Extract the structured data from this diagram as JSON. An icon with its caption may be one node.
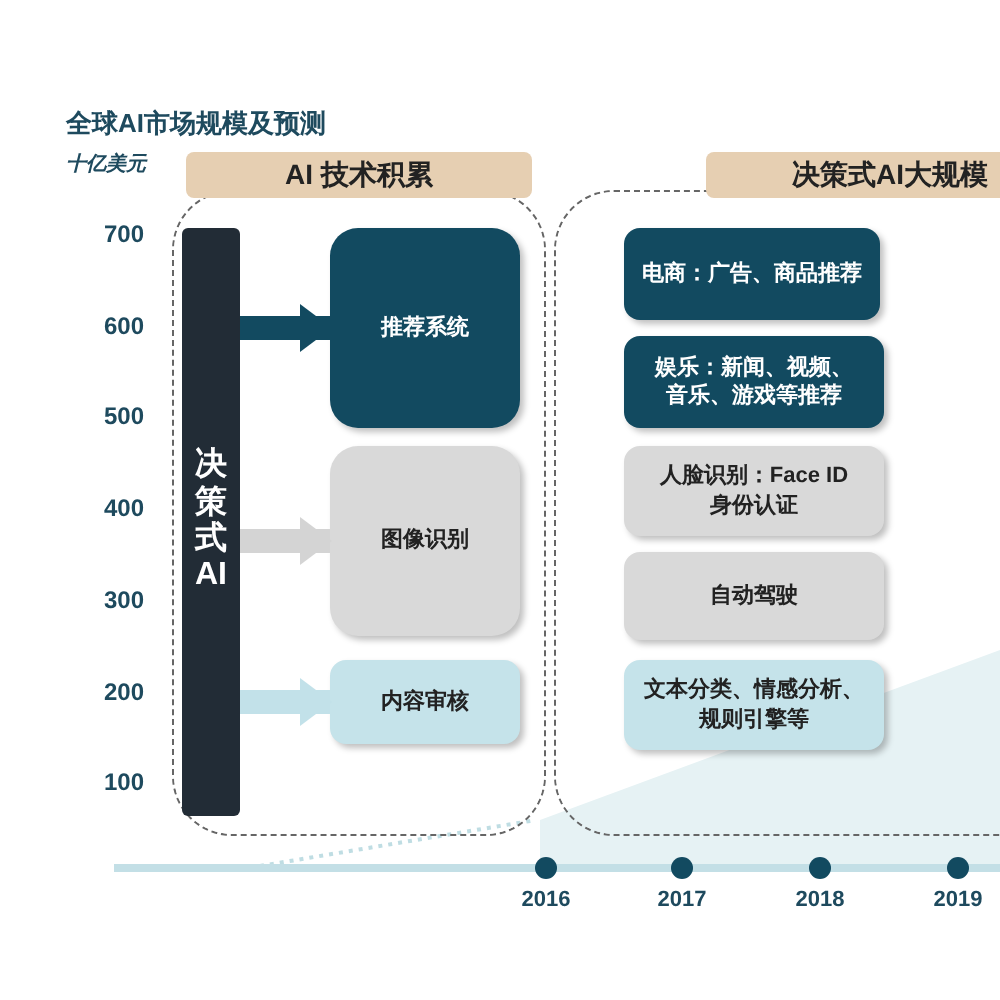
{
  "diagram": {
    "title": "全球AI市场规模及预测",
    "nodes": [
      {
        "text": [
          "AI 技术积累"
        ]
      },
      {
        "text": [
          "决策式AI"
        ],
        "in": 0
      },
      {
        "text": [
          "推荐系统"
        ],
        "in": 0
      },
      {
        "text": [
          "图像识别"
        ],
        "in": 0
      },
      {
        "text": [
          "内容审核"
        ],
        "in": 0
      },
      {
        "text": [
          "决策式AI大规模"
        ]
      },
      {
        "text": [
          "电商：广告、商品推荐"
        ],
        "in": 5
      },
      {
        "text": [
          "娱乐：新闻、视频、音乐、游戏等推荐"
        ],
        "in": 5
      },
      {
        "text": [
          "人脸识别：Face ID 身份认证"
        ],
        "in": 5
      },
      {
        "text": [
          "自动驾驶"
        ],
        "in": 5
      },
      {
        "text": [
          "文本分类、情感分析、规则引擎等"
        ],
        "in": 5
      }
    ],
    "edges": [
      {
        "from": 1,
        "to": 2,
        "arrow": "to",
        "color": "#124a60"
      },
      {
        "from": 1,
        "to": 3,
        "arrow": "to",
        "color": "#d4d4d4"
      },
      {
        "from": 1,
        "to": 4,
        "arrow": "to",
        "color": "#c2e1e9"
      }
    ],
    "labels": [
      "十亿美元",
      "700",
      "600",
      "500",
      "400",
      "300",
      "200",
      "100",
      "2016",
      "2017",
      "2018",
      "2019"
    ]
  }
}
